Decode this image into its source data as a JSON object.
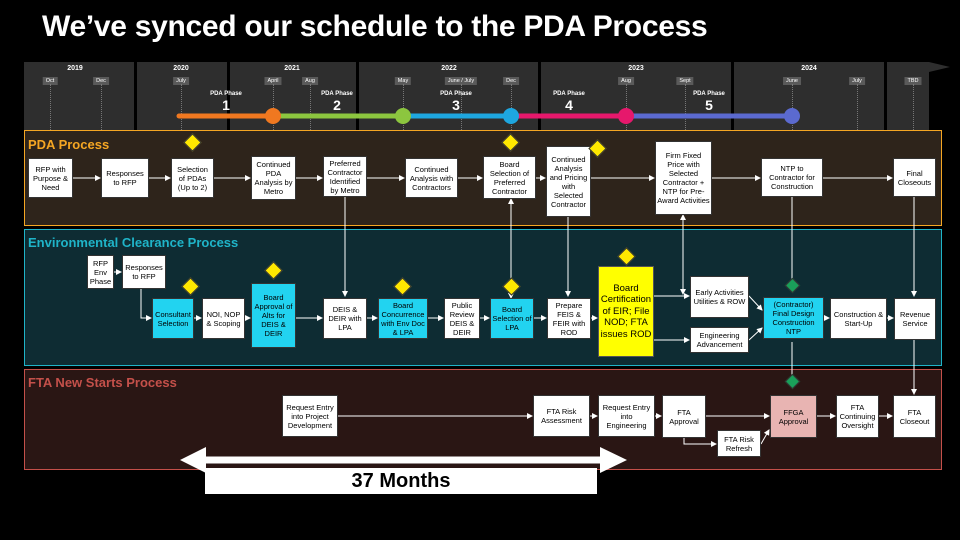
{
  "title": "We’ve synced our schedule to the PDA Process",
  "years": [
    "2019",
    "2020",
    "2021",
    "2022",
    "2023",
    "2024"
  ],
  "months": [
    "Oct",
    "Dec",
    "July",
    "April",
    "Aug",
    "May",
    "June / July",
    "Dec",
    "Aug",
    "Sept",
    "June",
    "July",
    "TBD"
  ],
  "phases": [
    {
      "label": "PDA Phase",
      "num": "1"
    },
    {
      "label": "PDA Phase",
      "num": "2"
    },
    {
      "label": "PDA Phase",
      "num": "3"
    },
    {
      "label": "PDA Phase",
      "num": "4"
    },
    {
      "label": "PDA Phase",
      "num": "5"
    }
  ],
  "milestone_colors": [
    "#f07820",
    "#f07820",
    "#8cc63f",
    "#1ea7e0",
    "#e6186c",
    "#5b6ad0"
  ],
  "sections": {
    "pda": {
      "label": "PDA Process",
      "color": "#f5a623"
    },
    "env": {
      "label": "Environmental Clearance Process",
      "color": "#1fb4c8"
    },
    "fta": {
      "label": "FTA New Starts Process",
      "color": "#c4504a"
    }
  },
  "pda_boxes": [
    "RFP with Purpose & Need",
    "Responses to RFP",
    "Selection of PDAs (Up to 2)",
    "Continued PDA Analysis by Metro",
    "Preferred Contractor Identified by Metro",
    "Continued Analysis with Contractors",
    "Board Selection of Preferred Contractor",
    "Continued Analysis and Pricing with Selected Contractor",
    "Firm Fixed Price with Selected Contractor + NTP for Pre-Award Activities",
    "NTP to Contractor for Construction",
    "Final Closeouts"
  ],
  "env_boxes": [
    "RFP Env Phase",
    "Responses to RFP",
    "Consultant Selection",
    "NOI, NOP & Scoping",
    "Board Approval of Alts for DEIS & DEIR",
    "DEIS & DEIR with LPA",
    "Board Concurrence with Env Doc & LPA",
    "Public Review DEIS & DEIR",
    "Board Selection of LPA",
    "Prepare FEIS & FEIR with ROD",
    "Board Certification of EIR; File NOD; FTA issues ROD",
    "Early Activities Utilities & ROW",
    "Engineering Advancement",
    "(Contractor) Final Design Construction NTP",
    "Construction & Start-Up",
    "Revenue Service"
  ],
  "fta_boxes": [
    "Request Entry into Project Development",
    "FTA Risk Assessment",
    "Request Entry into Engineering",
    "FTA Approval",
    "FTA Risk Refresh",
    "FFGA Approval",
    "FTA Continuing Oversight",
    "FTA Closeout"
  ],
  "duration_label": "37 Months"
}
